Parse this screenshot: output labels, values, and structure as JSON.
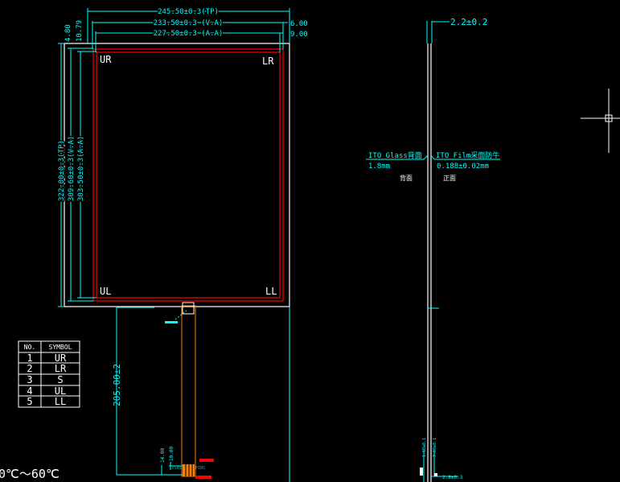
{
  "front_view": {
    "dim_width_tp": "245.50±0.3(TP)",
    "dim_width_va": "233.50±0.3 (V.A)",
    "dim_width_aa": "227.50±0.3 (A.A)",
    "dim_right_va": "6.00",
    "dim_right_aa": "9.00",
    "dim_left_top1": "4.80",
    "dim_left_top2": "10.79",
    "dim_height_tp": "322.00±0.3(TP)",
    "dim_height_va": "309.60±0.3(V.A)",
    "dim_height_aa": "303.50±0.3(A.A)",
    "corner_ur": "UR",
    "corner_lr": "LR",
    "corner_ul": "UL",
    "corner_ll": "LL",
    "tail_length": "205.00±2",
    "tail_dim1": "14.00",
    "tail_dim2": "10.00",
    "pin_label": "PIN5",
    "pin_label2": "PIN1"
  },
  "side_view": {
    "thickness": "2.2±0.2",
    "glass_label": "ITO Glass背面",
    "glass_thickness": "1.8mm",
    "film_label": "ITO Film采面防牛",
    "film_thickness": "0.188±0.02mm",
    "back_label": "背面",
    "front_label": "正面",
    "bottom_dim1": "1.00±0.1",
    "bottom_dim2": "7.00±0.1",
    "bottom_dim3": "2.8±0.3"
  },
  "symbol_table": {
    "headers": [
      "NO.",
      "SYMBOL"
    ],
    "rows": [
      [
        "1",
        "UR"
      ],
      [
        "2",
        "LR"
      ],
      [
        "3",
        "S"
      ],
      [
        "4",
        "UL"
      ],
      [
        "5",
        "LL"
      ]
    ]
  },
  "temperature": "0℃～60℃"
}
